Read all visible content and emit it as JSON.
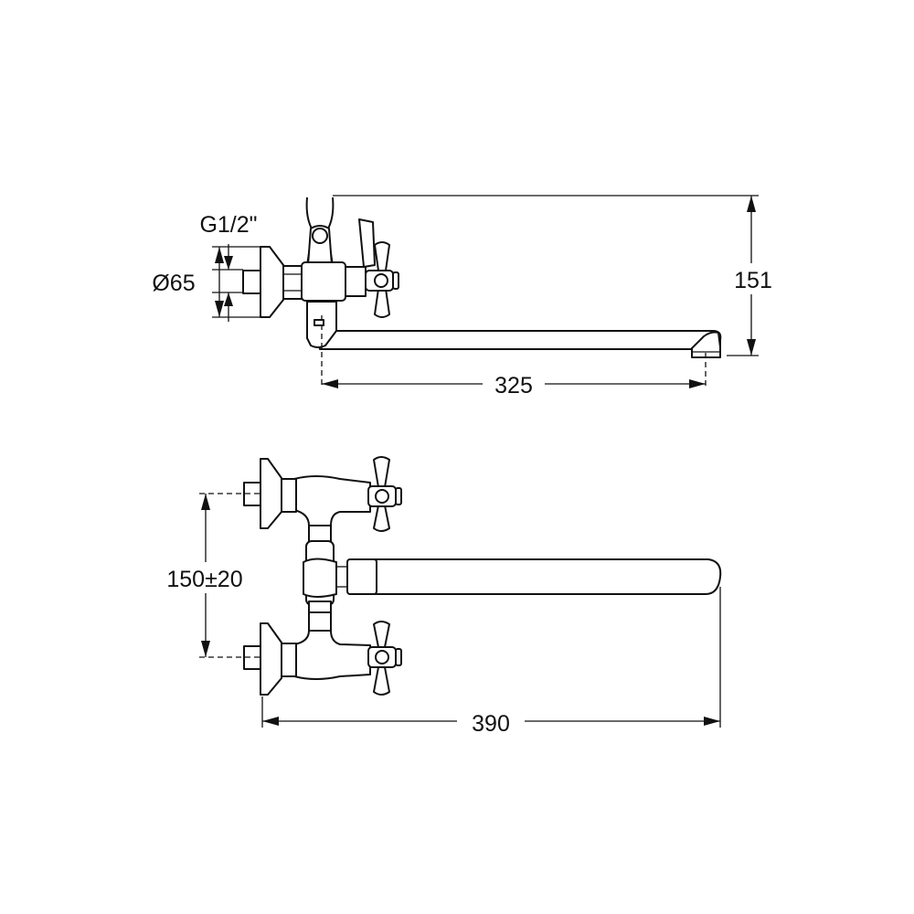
{
  "views": {
    "side": {
      "dimensions": {
        "thread": "G1/2\"",
        "flange_diameter": "Ø65",
        "height": "151",
        "spout_reach": "325"
      }
    },
    "top": {
      "dimensions": {
        "inlet_spacing": "150±20",
        "overall_length": "390"
      }
    }
  }
}
